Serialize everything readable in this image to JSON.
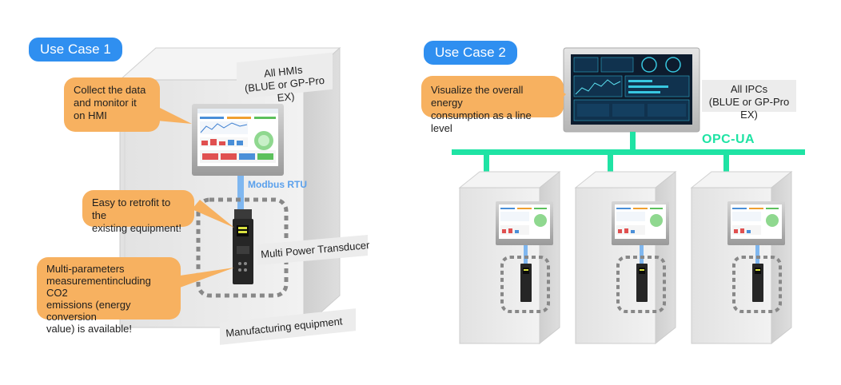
{
  "use_case_1": {
    "pill": "Use Case 1",
    "hmi_label_line1": "All HMIs",
    "hmi_label_line2": "(BLUE or GP-Pro EX)",
    "callout_collect_line1": "Collect the data",
    "callout_collect_line2": "and monitor it",
    "callout_collect_line3": "on HMI",
    "connection_label": "Modbus RTU",
    "callout_retrofit_line1": "Easy to retrofit to the",
    "callout_retrofit_line2": "existing equipment!",
    "transducer_label": "Multi Power Transducer",
    "callout_multi_line1": "Multi-parameters",
    "callout_multi_line2": "measurementincluding CO2",
    "callout_multi_line3": "emissions (energy conversion",
    "callout_multi_line4": "value) is available!",
    "equipment_label": "Manufacturing equipment"
  },
  "use_case_2": {
    "pill": "Use Case 2",
    "callout_visualize_line1": "Visualize the overall energy",
    "callout_visualize_line2": "consumption as a line level",
    "ipc_label_line1": "All IPCs",
    "ipc_label_line2": "(BLUE or GP-Pro EX)",
    "network_label": "OPC-UA"
  },
  "colors": {
    "pill_blue": "#2f8ff0",
    "callout_orange": "#f7b160",
    "network_green": "#1fe3a4",
    "modbus_blue": "#7fb7f0",
    "cabinet_gray": "#e9e9e9"
  }
}
